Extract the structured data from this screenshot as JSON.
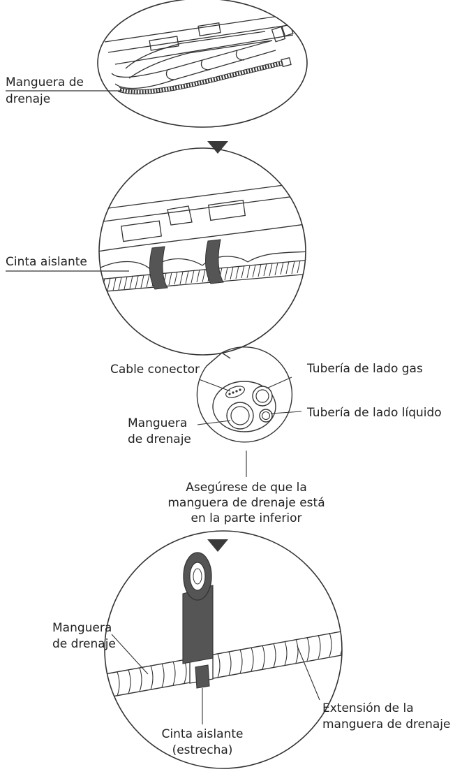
{
  "panel1": {
    "label_drain_hose_line1": "Manguera de",
    "label_drain_hose_line2": "drenaje"
  },
  "panel2": {
    "label_insulating_tape": "Cinta aislante"
  },
  "cross_section": {
    "label_connector_cable": "Cable conector",
    "label_gas_pipe": "Tubería de lado gas",
    "label_liquid_pipe": "Tubería de lado líquido",
    "label_drain_hose_line1": "Manguera",
    "label_drain_hose_line2": "de drenaje",
    "note_line1": "Asegúrese de que la",
    "note_line2": "manguera de drenaje está",
    "note_line3": "en la parte inferior"
  },
  "panel3": {
    "label_drain_hose_line1": "Manguera",
    "label_drain_hose_line2": "de drenaje",
    "label_narrow_tape_line1": "Cinta aislante",
    "label_narrow_tape_line2": "(estrecha)",
    "label_extension_line1": "Extensión de la",
    "label_extension_line2": "manguera de drenaje"
  },
  "colors": {
    "line": "#333333",
    "tape": "#555555",
    "arrow": "#3a3a3a"
  }
}
